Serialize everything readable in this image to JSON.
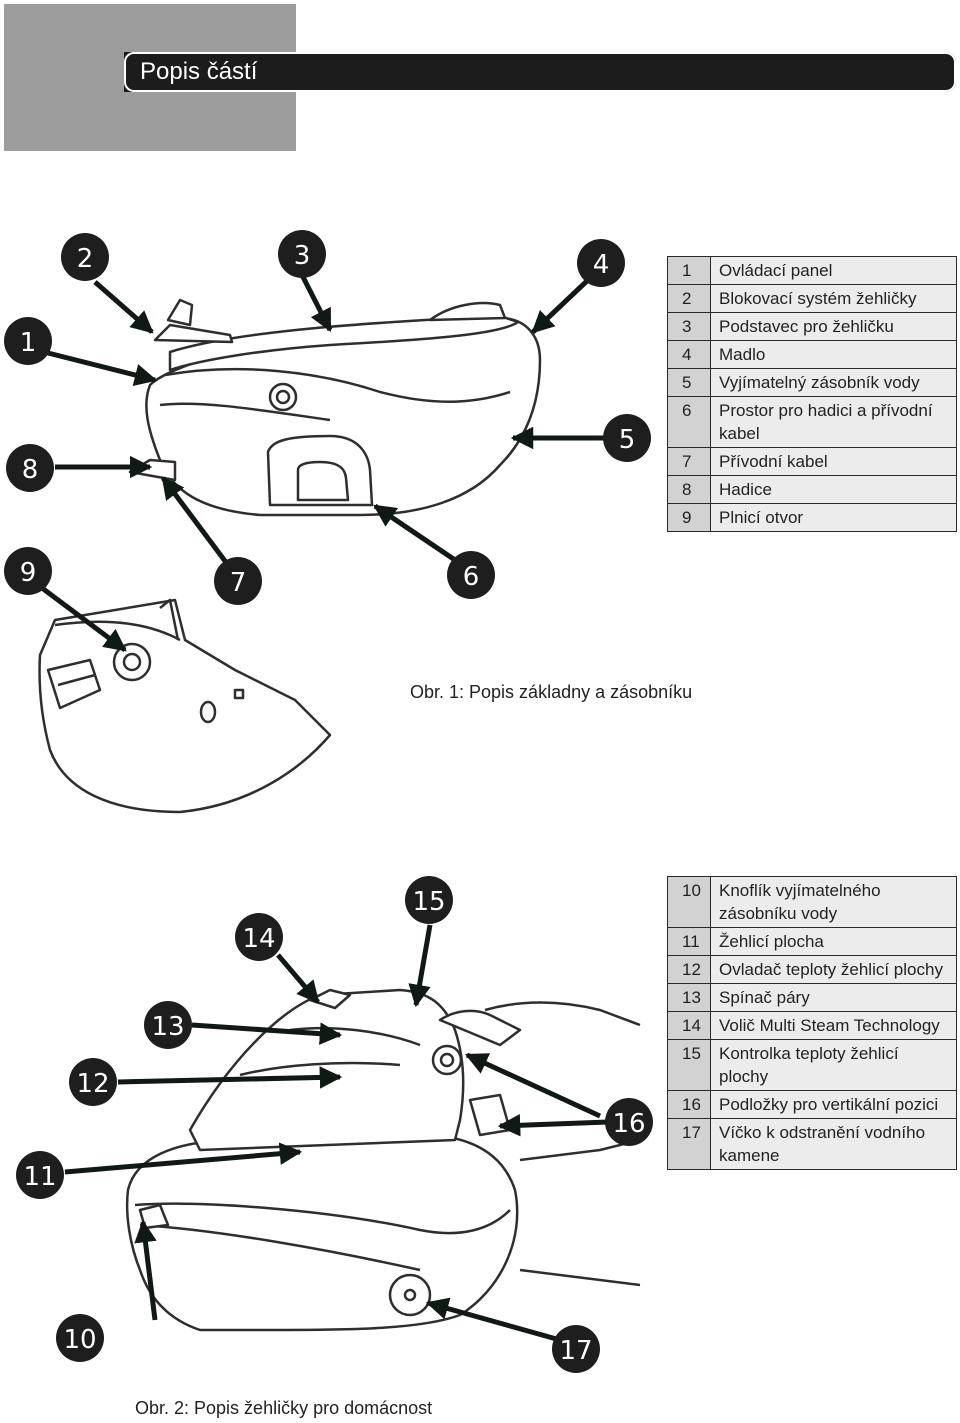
{
  "header": {
    "title": "Popis částí"
  },
  "figure1": {
    "caption": "Obr. 1: Popis základny a zásobníku",
    "callouts": [
      "1",
      "2",
      "3",
      "4",
      "5",
      "6",
      "7",
      "8",
      "9"
    ],
    "parts": [
      {
        "num": "1",
        "label": "Ovládací panel"
      },
      {
        "num": "2",
        "label": "Blokovací systém žehličky"
      },
      {
        "num": "3",
        "label": "Podstavec pro žehličku"
      },
      {
        "num": "4",
        "label": "Madlo"
      },
      {
        "num": "5",
        "label": "Vyjímatelný zásobník vody"
      },
      {
        "num": "6",
        "label": "Prostor pro hadici a přívodní kabel"
      },
      {
        "num": "7",
        "label": "Přívodní kabel"
      },
      {
        "num": "8",
        "label": "Hadice"
      },
      {
        "num": "9",
        "label": "Plnicí otvor"
      }
    ]
  },
  "figure2": {
    "caption": "Obr. 2: Popis žehličky pro domácnost",
    "callouts": [
      "10",
      "11",
      "12",
      "13",
      "14",
      "15",
      "16",
      "17"
    ],
    "parts": [
      {
        "num": "10",
        "label": "Knoflík vyjímatelného zásobníku vody"
      },
      {
        "num": "11",
        "label": "Žehlicí plocha"
      },
      {
        "num": "12",
        "label": "Ovladač teploty žehlicí plochy"
      },
      {
        "num": "13",
        "label": "Spínač páry"
      },
      {
        "num": "14",
        "label": "Volič Multi Steam Technology"
      },
      {
        "num": "15",
        "label": "Kontrolka teploty žehlicí plochy"
      },
      {
        "num": "16",
        "label": "Podložky pro vertikální pozici"
      },
      {
        "num": "17",
        "label": "Víčko k odstranění vodního kamene"
      }
    ]
  }
}
